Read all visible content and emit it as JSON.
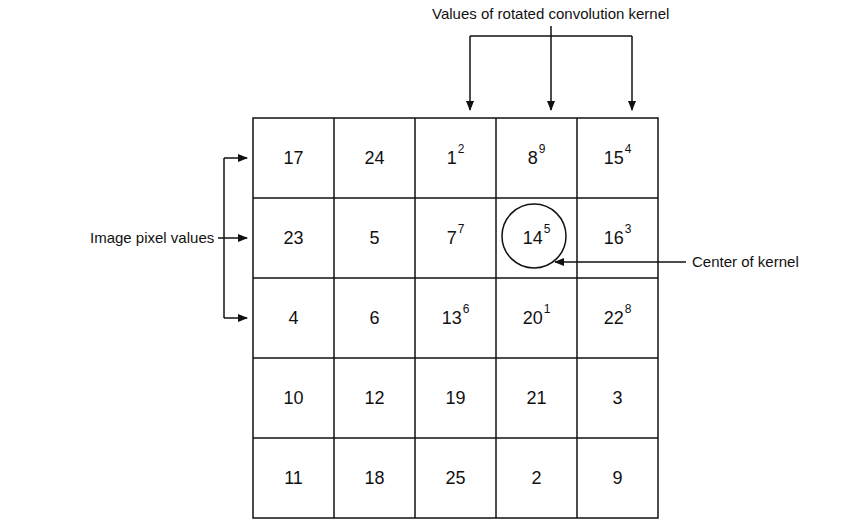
{
  "diagram": {
    "labels": [
      "Values of rotated convolution kernel",
      "Image pixel values",
      "17",
      "24",
      "1",
      "2",
      "8",
      "9",
      "15",
      "4",
      "23",
      "5",
      "7",
      "7",
      "14",
      "5",
      "16",
      "3",
      "Center of kernel",
      "4",
      "6",
      "13",
      "6",
      "20",
      "1",
      "22",
      "8",
      "10",
      "12",
      "19",
      "21",
      "3",
      "11",
      "18",
      "25",
      "2",
      "9"
    ]
  }
}
